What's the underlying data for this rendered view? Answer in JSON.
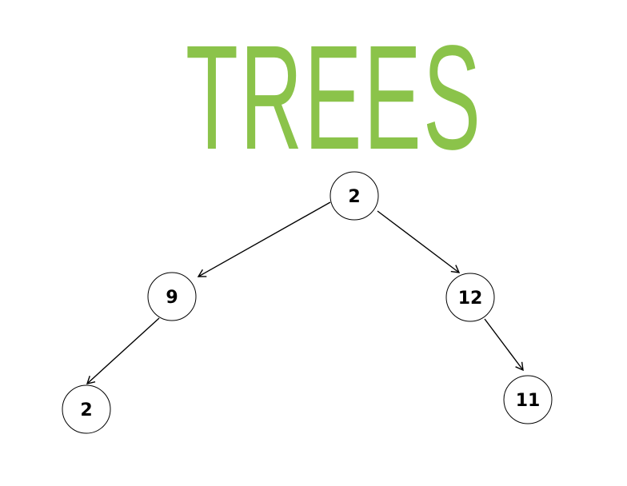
{
  "title": "TREES",
  "colors": {
    "title": "#8bc34a",
    "node_stroke": "#000000",
    "node_fill": "#ffffff",
    "edge": "#000000"
  },
  "tree": {
    "nodes": [
      {
        "id": "root",
        "label": "2"
      },
      {
        "id": "left",
        "label": "9"
      },
      {
        "id": "right",
        "label": "12"
      },
      {
        "id": "left-left",
        "label": "2"
      },
      {
        "id": "right-right",
        "label": "11"
      }
    ],
    "edges": [
      {
        "from": "root",
        "to": "left"
      },
      {
        "from": "root",
        "to": "right"
      },
      {
        "from": "left",
        "to": "left-left"
      },
      {
        "from": "right",
        "to": "right-right"
      }
    ]
  }
}
